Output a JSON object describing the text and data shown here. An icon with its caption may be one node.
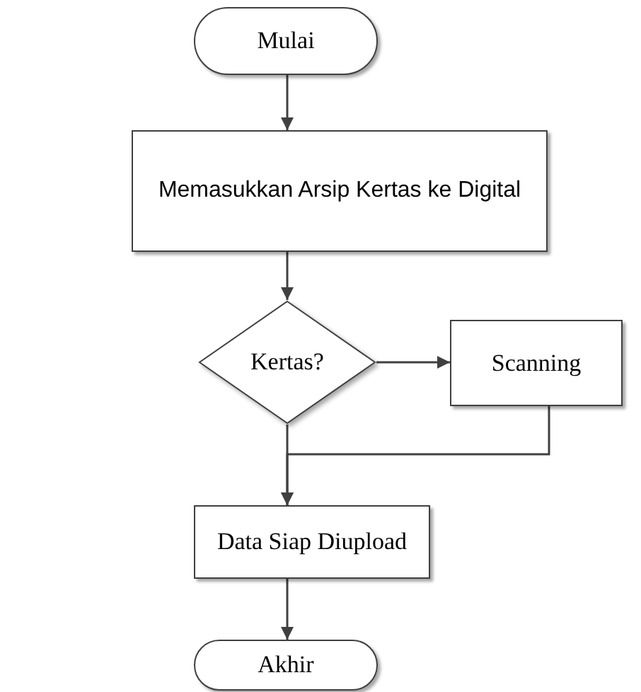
{
  "diagram": {
    "nodes": [
      {
        "text": [
          "Mulai"
        ]
      },
      {
        "text": [
          "Memasukkan Arsip Kertas ke Digital"
        ]
      },
      {
        "text": [
          "Kertas?"
        ]
      },
      {
        "text": [
          "Scanning"
        ]
      },
      {
        "text": [
          "Data Siap Diupload"
        ]
      },
      {
        "text": [
          "Akhir"
        ]
      }
    ],
    "edges": [
      {
        "from": 0,
        "to": 1,
        "arrow": "to"
      },
      {
        "from": 1,
        "to": 2,
        "arrow": "to"
      },
      {
        "from": 2,
        "to": 3,
        "arrow": "to"
      },
      {
        "from": 3,
        "to": 4,
        "arrow": "to"
      },
      {
        "from": 2,
        "to": 4,
        "arrow": "to"
      },
      {
        "from": 4,
        "to": 5,
        "arrow": "to"
      }
    ]
  }
}
